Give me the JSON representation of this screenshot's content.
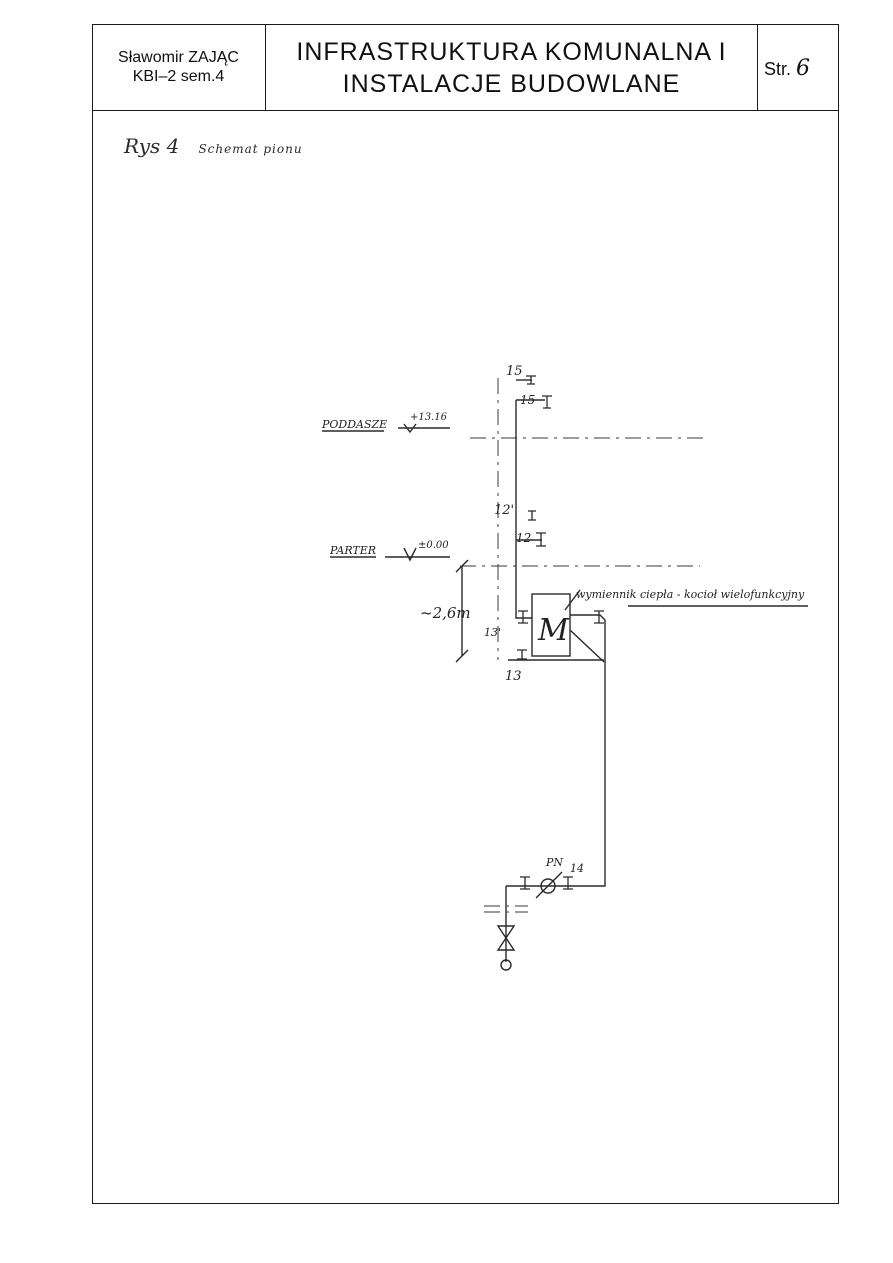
{
  "title_block": {
    "author_name": "Sławomir ZAJĄC",
    "author_group": "KBI–2 sem.4",
    "title_line1": "INFRASTRUKTURA KOMUNALNA I",
    "title_line2": "INSTALACJE BUDOWLANE",
    "page_label": "Str.",
    "page_number": "6"
  },
  "caption": {
    "prefix": "Rys 4",
    "text": "Schemat pionu"
  },
  "diagram_labels": {
    "level_attic": "PODDASZE",
    "level_attic_value": "+13.16",
    "level_ground": "PARTER",
    "level_ground_value": "±0.00",
    "dimension": "~2,6m",
    "pipe_15": "15",
    "pipe_12": "12",
    "pipe_12_prime": "12'",
    "pipe_13": "13",
    "pipe_13_prime": "13'",
    "pipe_14": "14",
    "meter": "PN",
    "boiler_symbol": "M",
    "boiler_description": "wymiennik ciepła - kocioł wielofunkcyjny"
  }
}
